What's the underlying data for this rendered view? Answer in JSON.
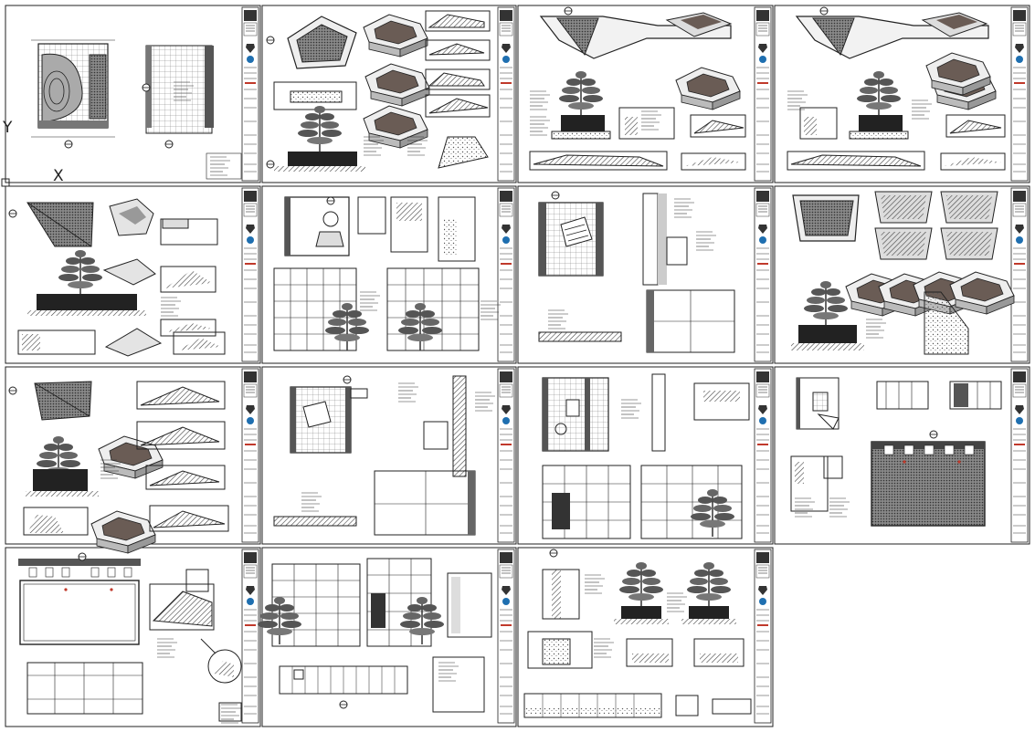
{
  "ucs": {
    "y_label": "Y",
    "x_label": "X"
  },
  "layout_sheets": {
    "rows": 4,
    "columns": 4,
    "filled_sheets": 15
  },
  "sheets": [
    {
      "id": "sheet-1",
      "content": "plan-site"
    },
    {
      "id": "sheet-2",
      "content": "planter-pentagon"
    },
    {
      "id": "sheet-3",
      "content": "planter-wedge"
    },
    {
      "id": "sheet-4",
      "content": "planter-wedge-copy"
    },
    {
      "id": "sheet-5",
      "content": "planter-angled"
    },
    {
      "id": "sheet-6",
      "content": "toilet-elevations"
    },
    {
      "id": "sheet-7",
      "content": "toilet-plan-detail"
    },
    {
      "id": "sheet-8",
      "content": "planter-boxes"
    },
    {
      "id": "sheet-9",
      "content": "planter-sections"
    },
    {
      "id": "sheet-10",
      "content": "toilet-plan-wall"
    },
    {
      "id": "sheet-11",
      "content": "toilet-elevation-set"
    },
    {
      "id": "sheet-12",
      "content": "hall-plan"
    },
    {
      "id": "sheet-13",
      "content": "hall-elevation"
    },
    {
      "id": "sheet-14",
      "content": "elevation-details"
    },
    {
      "id": "sheet-15",
      "content": "planter-details"
    }
  ],
  "colors": {
    "line": "#222222",
    "hatch": "#555555",
    "fill_gray": "#9a9a9a",
    "accent_blue": "#1f6fb0",
    "accent_red": "#c0392b",
    "paper": "#ffffff"
  },
  "icons": [
    "ucs-icon",
    "tree-icon",
    "section-marker-icon",
    "north-arrow-icon",
    "logo-icon"
  ]
}
